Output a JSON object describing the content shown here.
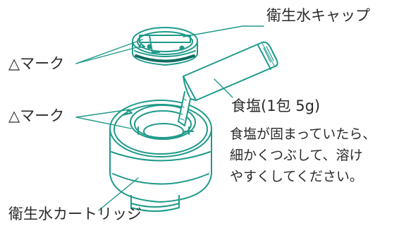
{
  "labels": {
    "cap": "衛生水キャップ",
    "mark_top": "△マーク",
    "mark_bottom": "△マーク",
    "cartridge": "衛生水カートリッジ",
    "salt": "食塩(1包 5g)"
  },
  "note": {
    "lines": [
      "食塩が固まっていたら、",
      "細かくつぶして、溶け",
      "やすくしてください。"
    ]
  },
  "colors": {
    "line": "#1f9a8a",
    "accent_dark": "#0f6b60",
    "text": "#2a2a2a"
  }
}
